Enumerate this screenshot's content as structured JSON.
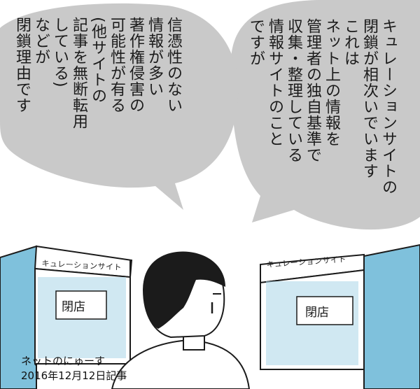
{
  "bubbles": {
    "right": {
      "lines": [
        "キュレーションサイトの",
        "閉鎖が相次いでいます",
        "これは",
        "ネット上の情報を",
        "管理者の独自基準で",
        "収集・整理している",
        "情報サイトのこと",
        "ですが"
      ]
    },
    "left": {
      "lines": [
        "信憑性のない",
        "情報が多い",
        "著作権侵害の",
        "可能性が有る",
        "(他サイトの",
        "記事を無断転用",
        "している)",
        "などが",
        "閉鎖理由です"
      ]
    }
  },
  "scene": {
    "shop_sign_left": "キュレーションサイト",
    "shop_sign_right": "キュレーションサイト",
    "closed_left": "閉店",
    "closed_right": "閉店"
  },
  "caption": {
    "source": "ネットのにゅーす",
    "date": "2016年12月12日記事"
  },
  "colors": {
    "bubble": "#c9c9c9",
    "storefront": "#a9d6e8",
    "storefront_side": "#7fc1dc",
    "ink": "#1b1b1b"
  }
}
